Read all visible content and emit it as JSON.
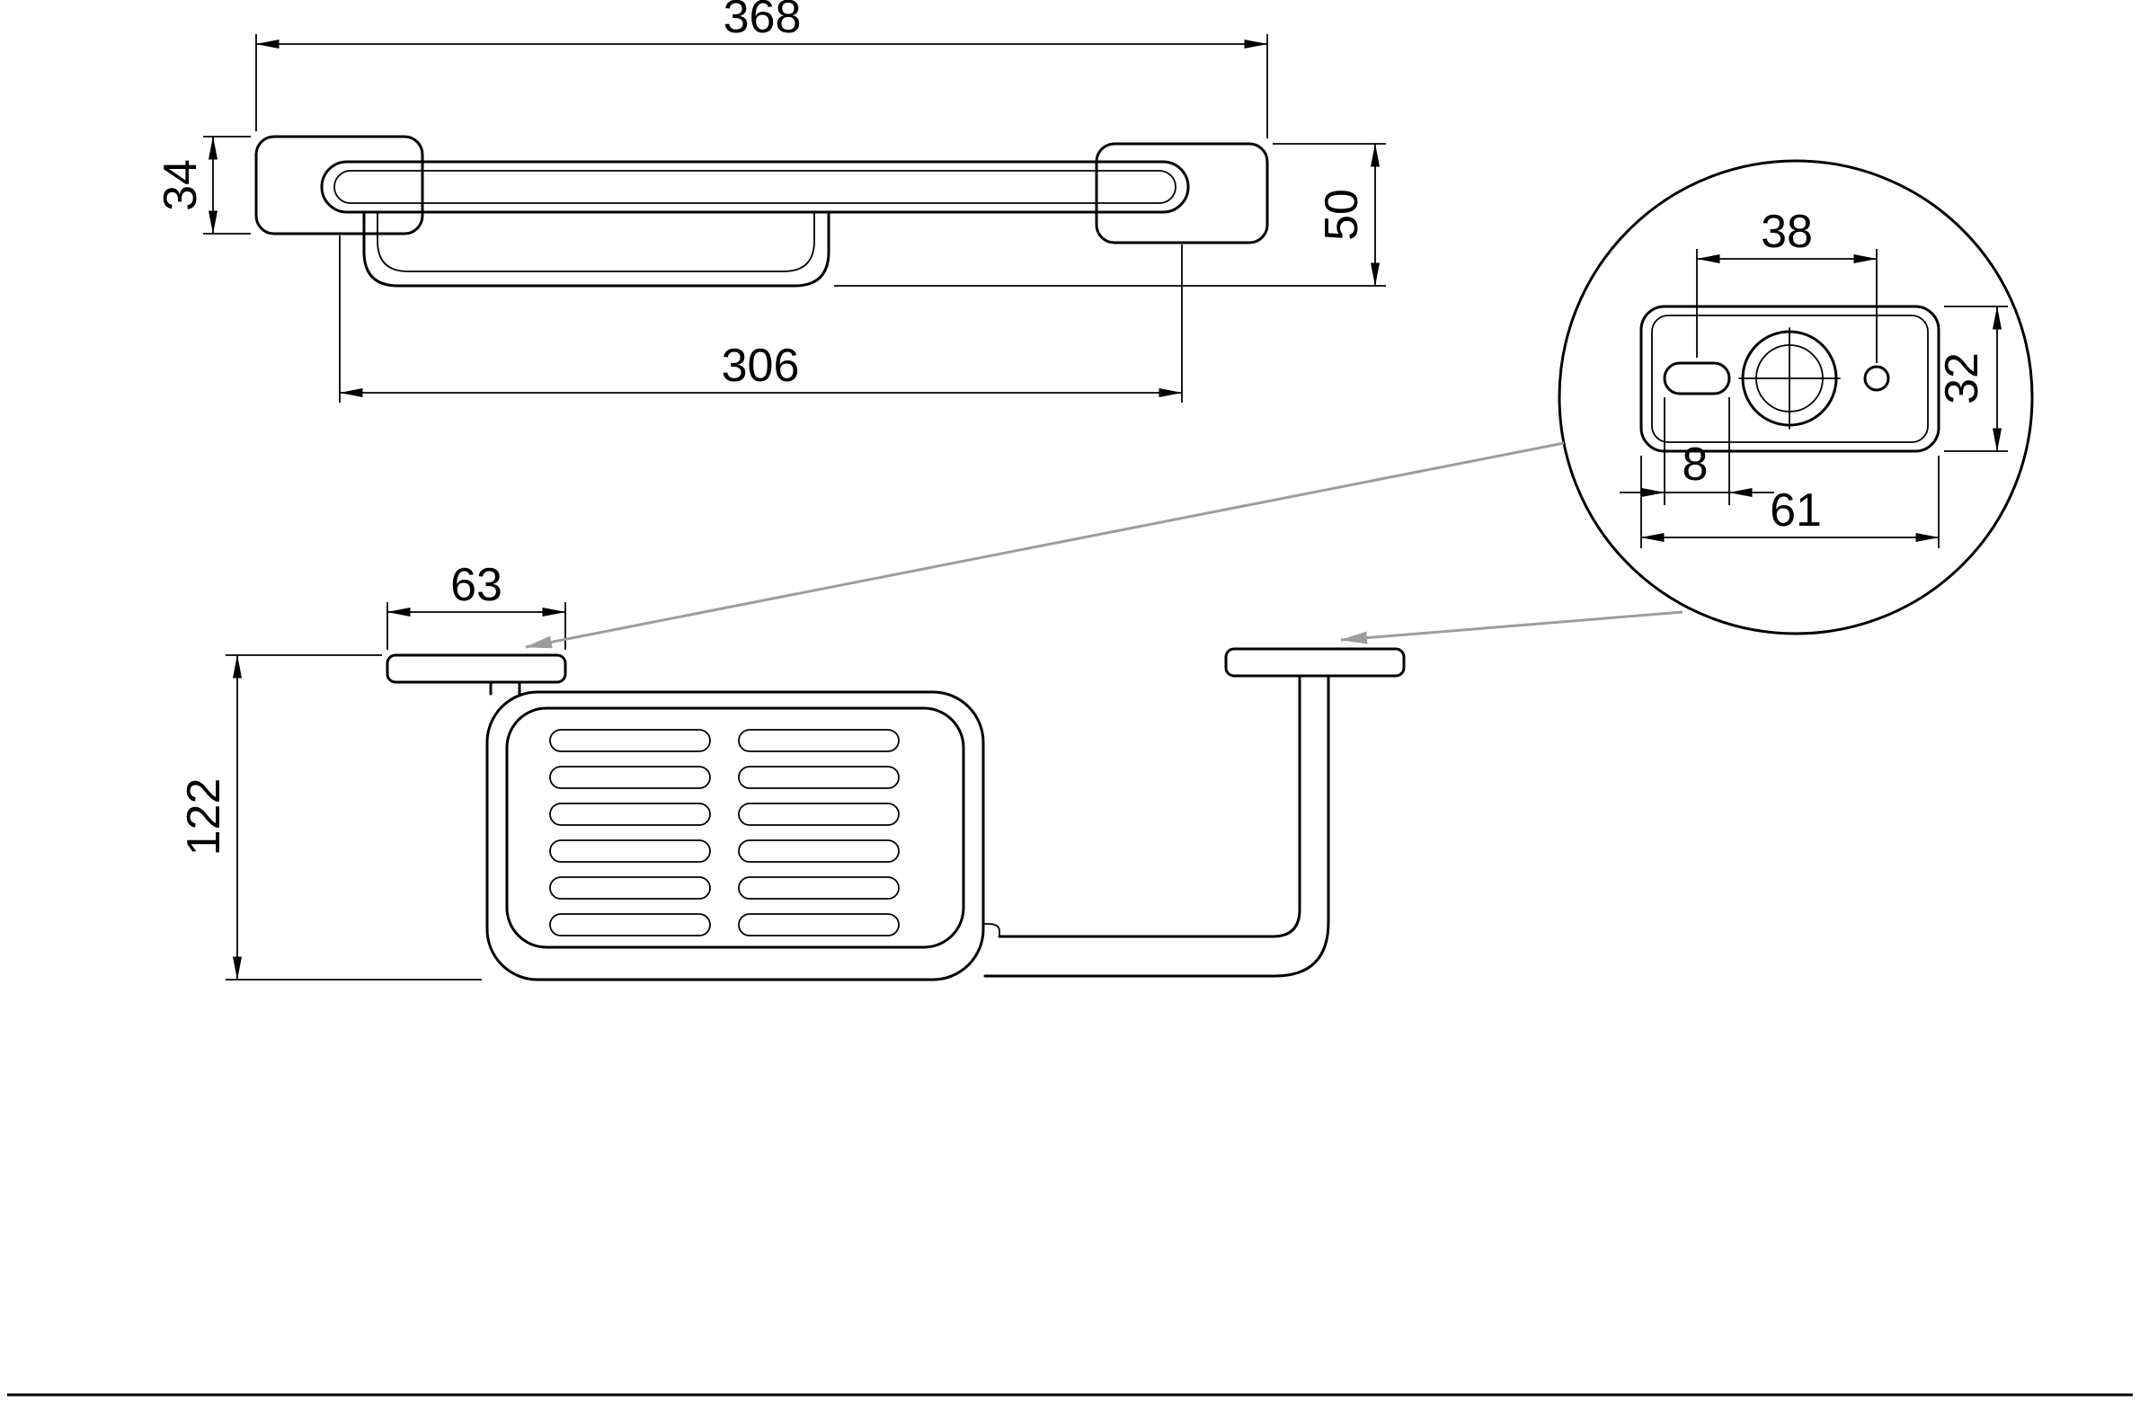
{
  "drawing": {
    "background": "#ffffff",
    "line_color": "#000000",
    "leader_color": "#9d9d9c",
    "top_view": {
      "overall_length": "368",
      "left_end_depth": "34",
      "right_end_depth": "50",
      "mounting_centers": "306"
    },
    "front_view": {
      "flange_width": "63",
      "overall_height": "122"
    },
    "detail_view": {
      "hole_to_hole": "38",
      "plate_height": "32",
      "slot_width": "8",
      "plate_width": "61"
    }
  }
}
